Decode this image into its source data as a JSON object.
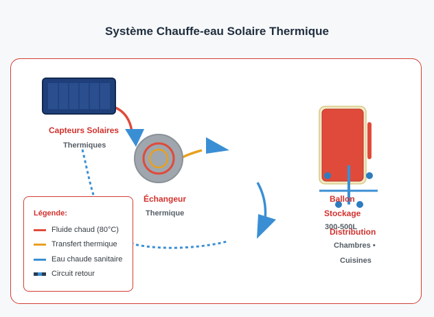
{
  "title": "Système Chauffe-eau Solaire Thermique",
  "colors": {
    "frame": "#d33b32",
    "hot_fluid": "#e04a3a",
    "thermal_transfer": "#e8a020",
    "sanitary_water": "#3a8fd4",
    "return_circuit": "#2a3b50",
    "panel": "#1e3f7a",
    "tank": "#e04a3a"
  },
  "components": {
    "collectors": {
      "title": "Capteurs Solaires",
      "subtitle": "Thermiques",
      "icon": "solar-panel-icon"
    },
    "exchanger": {
      "title": "Échangeur",
      "subtitle": "Thermique",
      "icon": "heat-exchanger-icon"
    },
    "tank": {
      "title": "Ballon",
      "title2": "Stockage",
      "subtitle": "300-500L",
      "icon": "water-tank-icon"
    },
    "distribution": {
      "title": "Distribution",
      "subtitle": "Chambres •",
      "subtitle2": "Cuisines",
      "icon": "distribution-pipe-icon"
    }
  },
  "legend": {
    "title": "Légende:",
    "items": [
      {
        "label": "Fluide chaud (80°C)",
        "color": "#e04a3a",
        "style": "solid"
      },
      {
        "label": "Transfert thermique",
        "color": "#e8a020",
        "style": "solid"
      },
      {
        "label": "Eau chaude sanitaire",
        "color": "#3a8fd4",
        "style": "solid"
      },
      {
        "label": "Circuit retour",
        "color": "#2a3b50",
        "style": "dashed"
      }
    ]
  }
}
